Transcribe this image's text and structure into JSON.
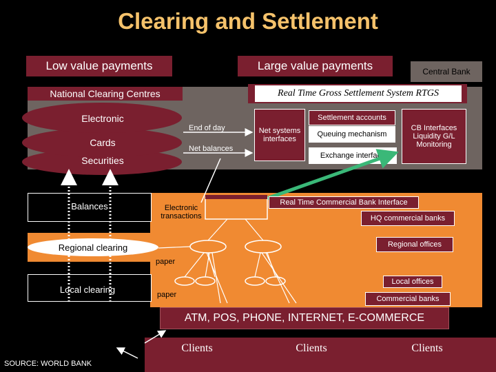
{
  "title": "Clearing and Settlement",
  "headers": {
    "low_value": "Low value payments",
    "large_value": "Large value payments",
    "central_bank": "Central Bank"
  },
  "national": {
    "label": "National Clearing Centres",
    "electronic": "Electronic",
    "cards": "Cards",
    "securities": "Securities",
    "end_of_day": "End of day",
    "net_balances": "Net balances"
  },
  "rtgs": {
    "label": "Real Time Gross Settlement System RTGS",
    "net_systems": "Net systems interfaces",
    "settlement_accounts": "Settlement accounts",
    "queuing": "Queuing mechanism",
    "exchange": "Exchange interface",
    "cb_interfaces": "CB Interfaces Liquidity G/L Monitoring"
  },
  "lower": {
    "balances": "Balances",
    "electronic_transactions": "Electronic transactions",
    "rtcbi": "Real Time Commercial Bank Interface",
    "hq": "HQ commercial banks",
    "regional_clearing": "Regional clearing",
    "regional_offices": "Regional offices",
    "paper1": "paper",
    "local_clearing": "Local clearing",
    "paper2": "paper",
    "local_offices": "Local offices",
    "commercial_banks": "Commercial banks"
  },
  "channels": "ATM, POS, PHONE, INTERNET, E-COMMERCE",
  "clients": [
    "Clients",
    "Clients",
    "Clients"
  ],
  "source": "SOURCE: WORLD BANK",
  "colors": {
    "title": "#f5c26b",
    "orange": "#f08a32",
    "maroon": "#7a1f2f",
    "grey": "#6e6460",
    "green": "#3ab878"
  }
}
